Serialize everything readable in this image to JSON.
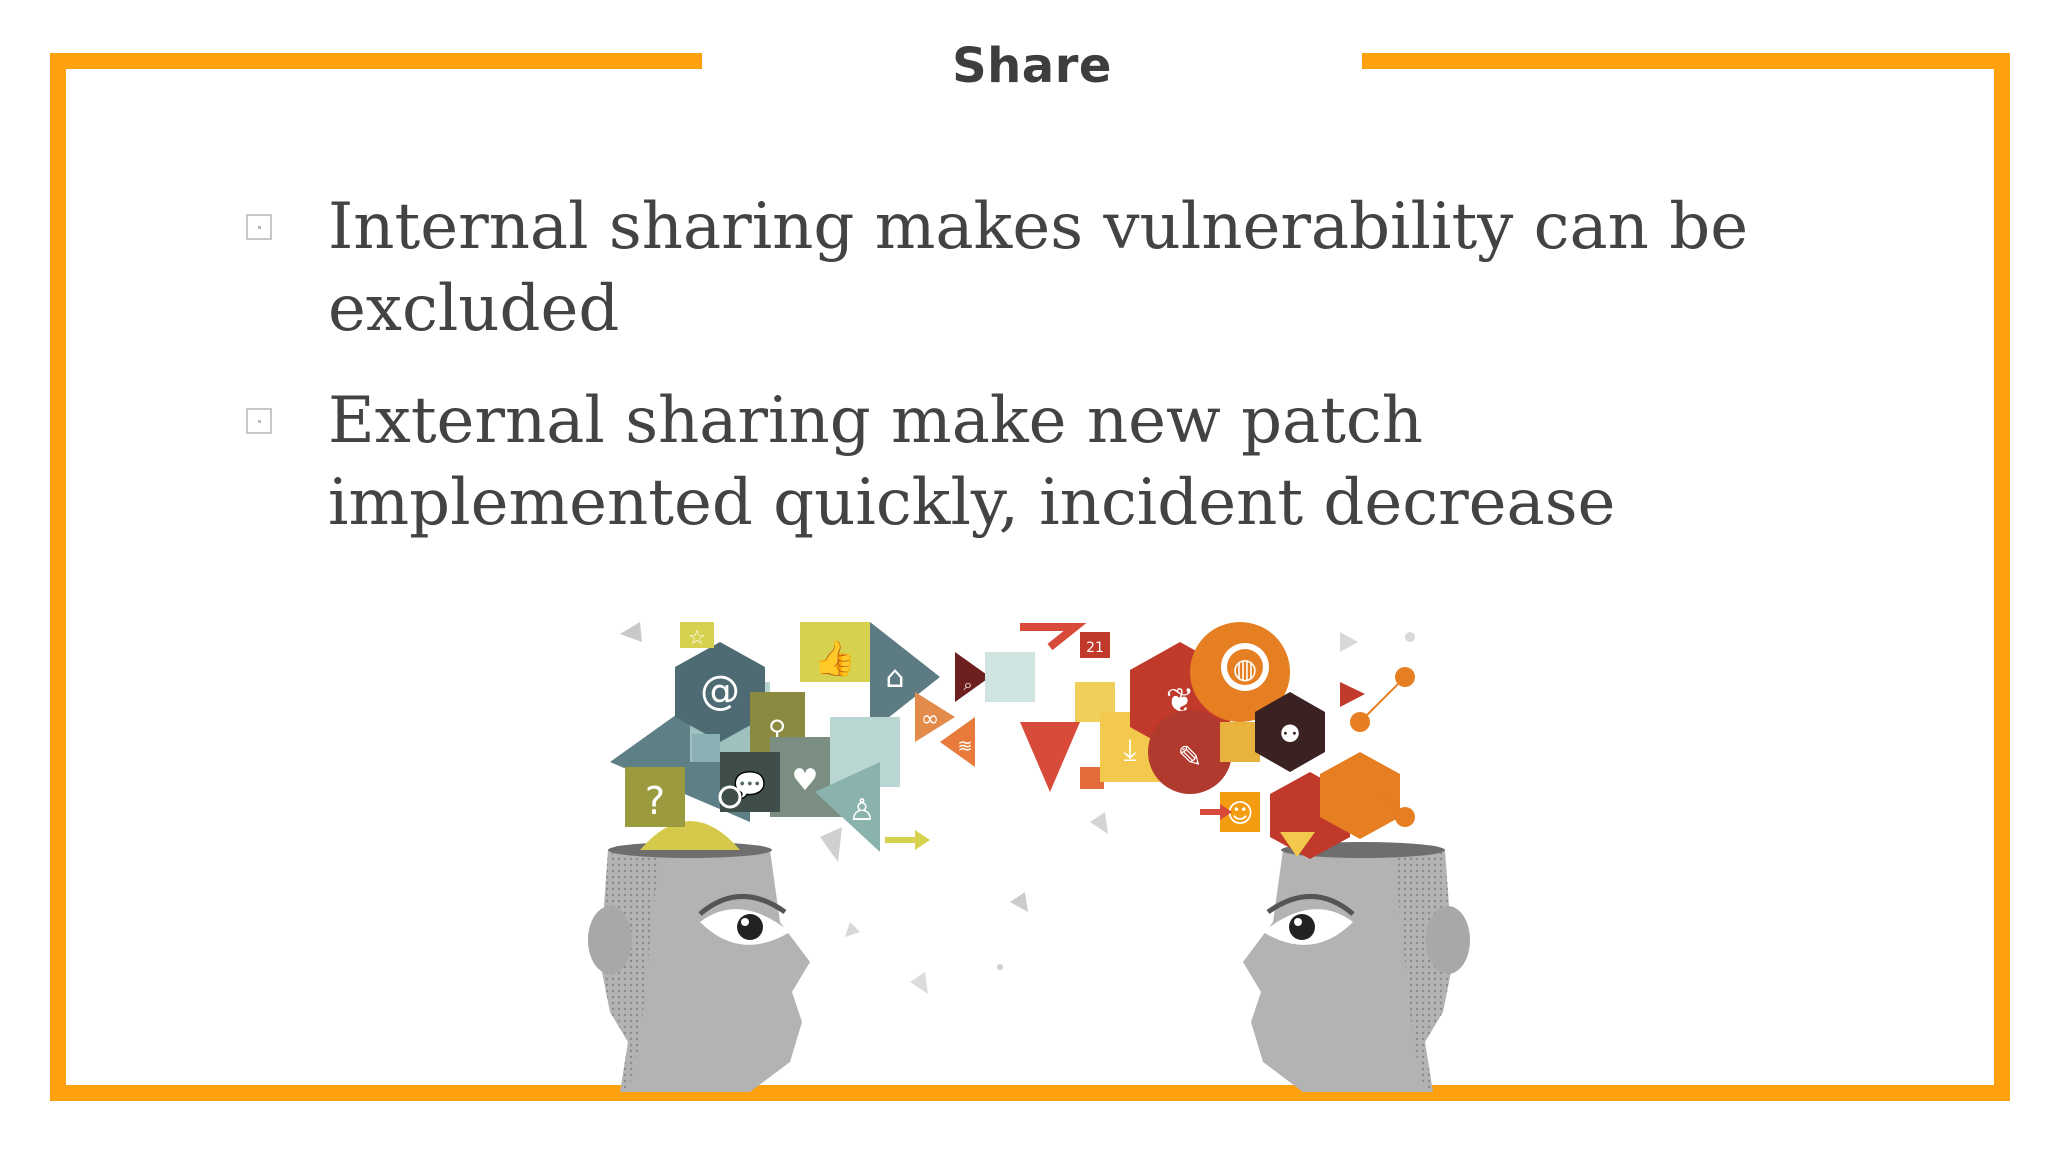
{
  "slide": {
    "title": "Share",
    "bullets": [
      "Internal sharing makes vulnerability can be excluded",
      "External sharing make new patch implemented quickly, incident decrease"
    ]
  },
  "colors": {
    "frame": "#ffa10f",
    "title_text": "#3d3d3d",
    "body_text": "#434343"
  },
  "illustration": {
    "icons": [
      "at-sign-icon",
      "thumbs-up-icon",
      "home-icon",
      "question-icon",
      "heart-icon",
      "person-icon",
      "chat-icon",
      "location-pin-icon",
      "search-icon",
      "link-icon",
      "wifi-icon",
      "calendar-icon",
      "globe-icon",
      "bird-icon",
      "edit-icon",
      "group-icon",
      "smiley-icon",
      "star-icon",
      "arrow-icon",
      "download-icon"
    ],
    "calendar_label": "21"
  }
}
